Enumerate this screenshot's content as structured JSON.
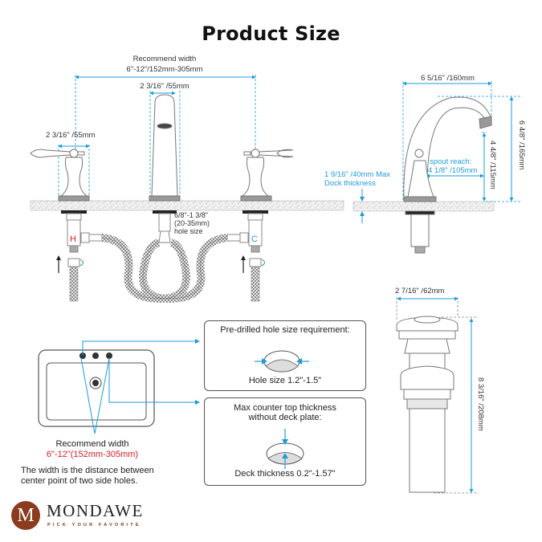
{
  "title": "Product Size",
  "colors": {
    "dimension": "#1e9bd7",
    "hot": "#d0202c",
    "cold": "#1e9bd7",
    "brand": "#8b3b1e"
  },
  "front_view": {
    "recommend_width_label": "Recommend width",
    "recommend_width_value": "6\"-12\"/152mm-305mm",
    "spout_base_width": "2 3/16\" /55mm",
    "handle_base_width": "2 3/16\" /55mm",
    "hole_size_line1": "6/8\"-1 3/8\"",
    "hole_size_line2": "(20-35mm)",
    "hole_size_line3": "hole size",
    "hot_marker": "H",
    "cold_marker": "C"
  },
  "side_view": {
    "overall_depth": "6 5/16\" /160mm",
    "overall_height": "6 4/8\" /165mm",
    "spout_height": "4 4/8\" /115mm",
    "spout_reach_label": "spout reach:",
    "spout_reach_value": "4 1/8\" /105mm",
    "deck_thickness_line1": "1 9/16\" /40mm Max",
    "deck_thickness_line2": "Dock thickness"
  },
  "drain": {
    "width": "2 7/16\" /62mm",
    "height": "8 3/16\" /208mm"
  },
  "hole_requirement": {
    "title": "Pre-drilled hole size requirement:",
    "value": "Hole size 1.2\"-1.5\""
  },
  "counter_thickness": {
    "title_line1": "Max counter top thickness",
    "title_line2": "without deck plate:",
    "value": "Deck thickness 0.2\"-1.57\""
  },
  "sink_diagram": {
    "recommend_label": "Recommend width",
    "recommend_value": "6\"-12\"(152mm-305mm)",
    "note_line1": "The width is the distance between",
    "note_line2": "center point of two side holes."
  },
  "brand": {
    "logo_letter": "M",
    "name": "MONDAWE",
    "tagline": "PICK YOUR FAVORITE"
  }
}
